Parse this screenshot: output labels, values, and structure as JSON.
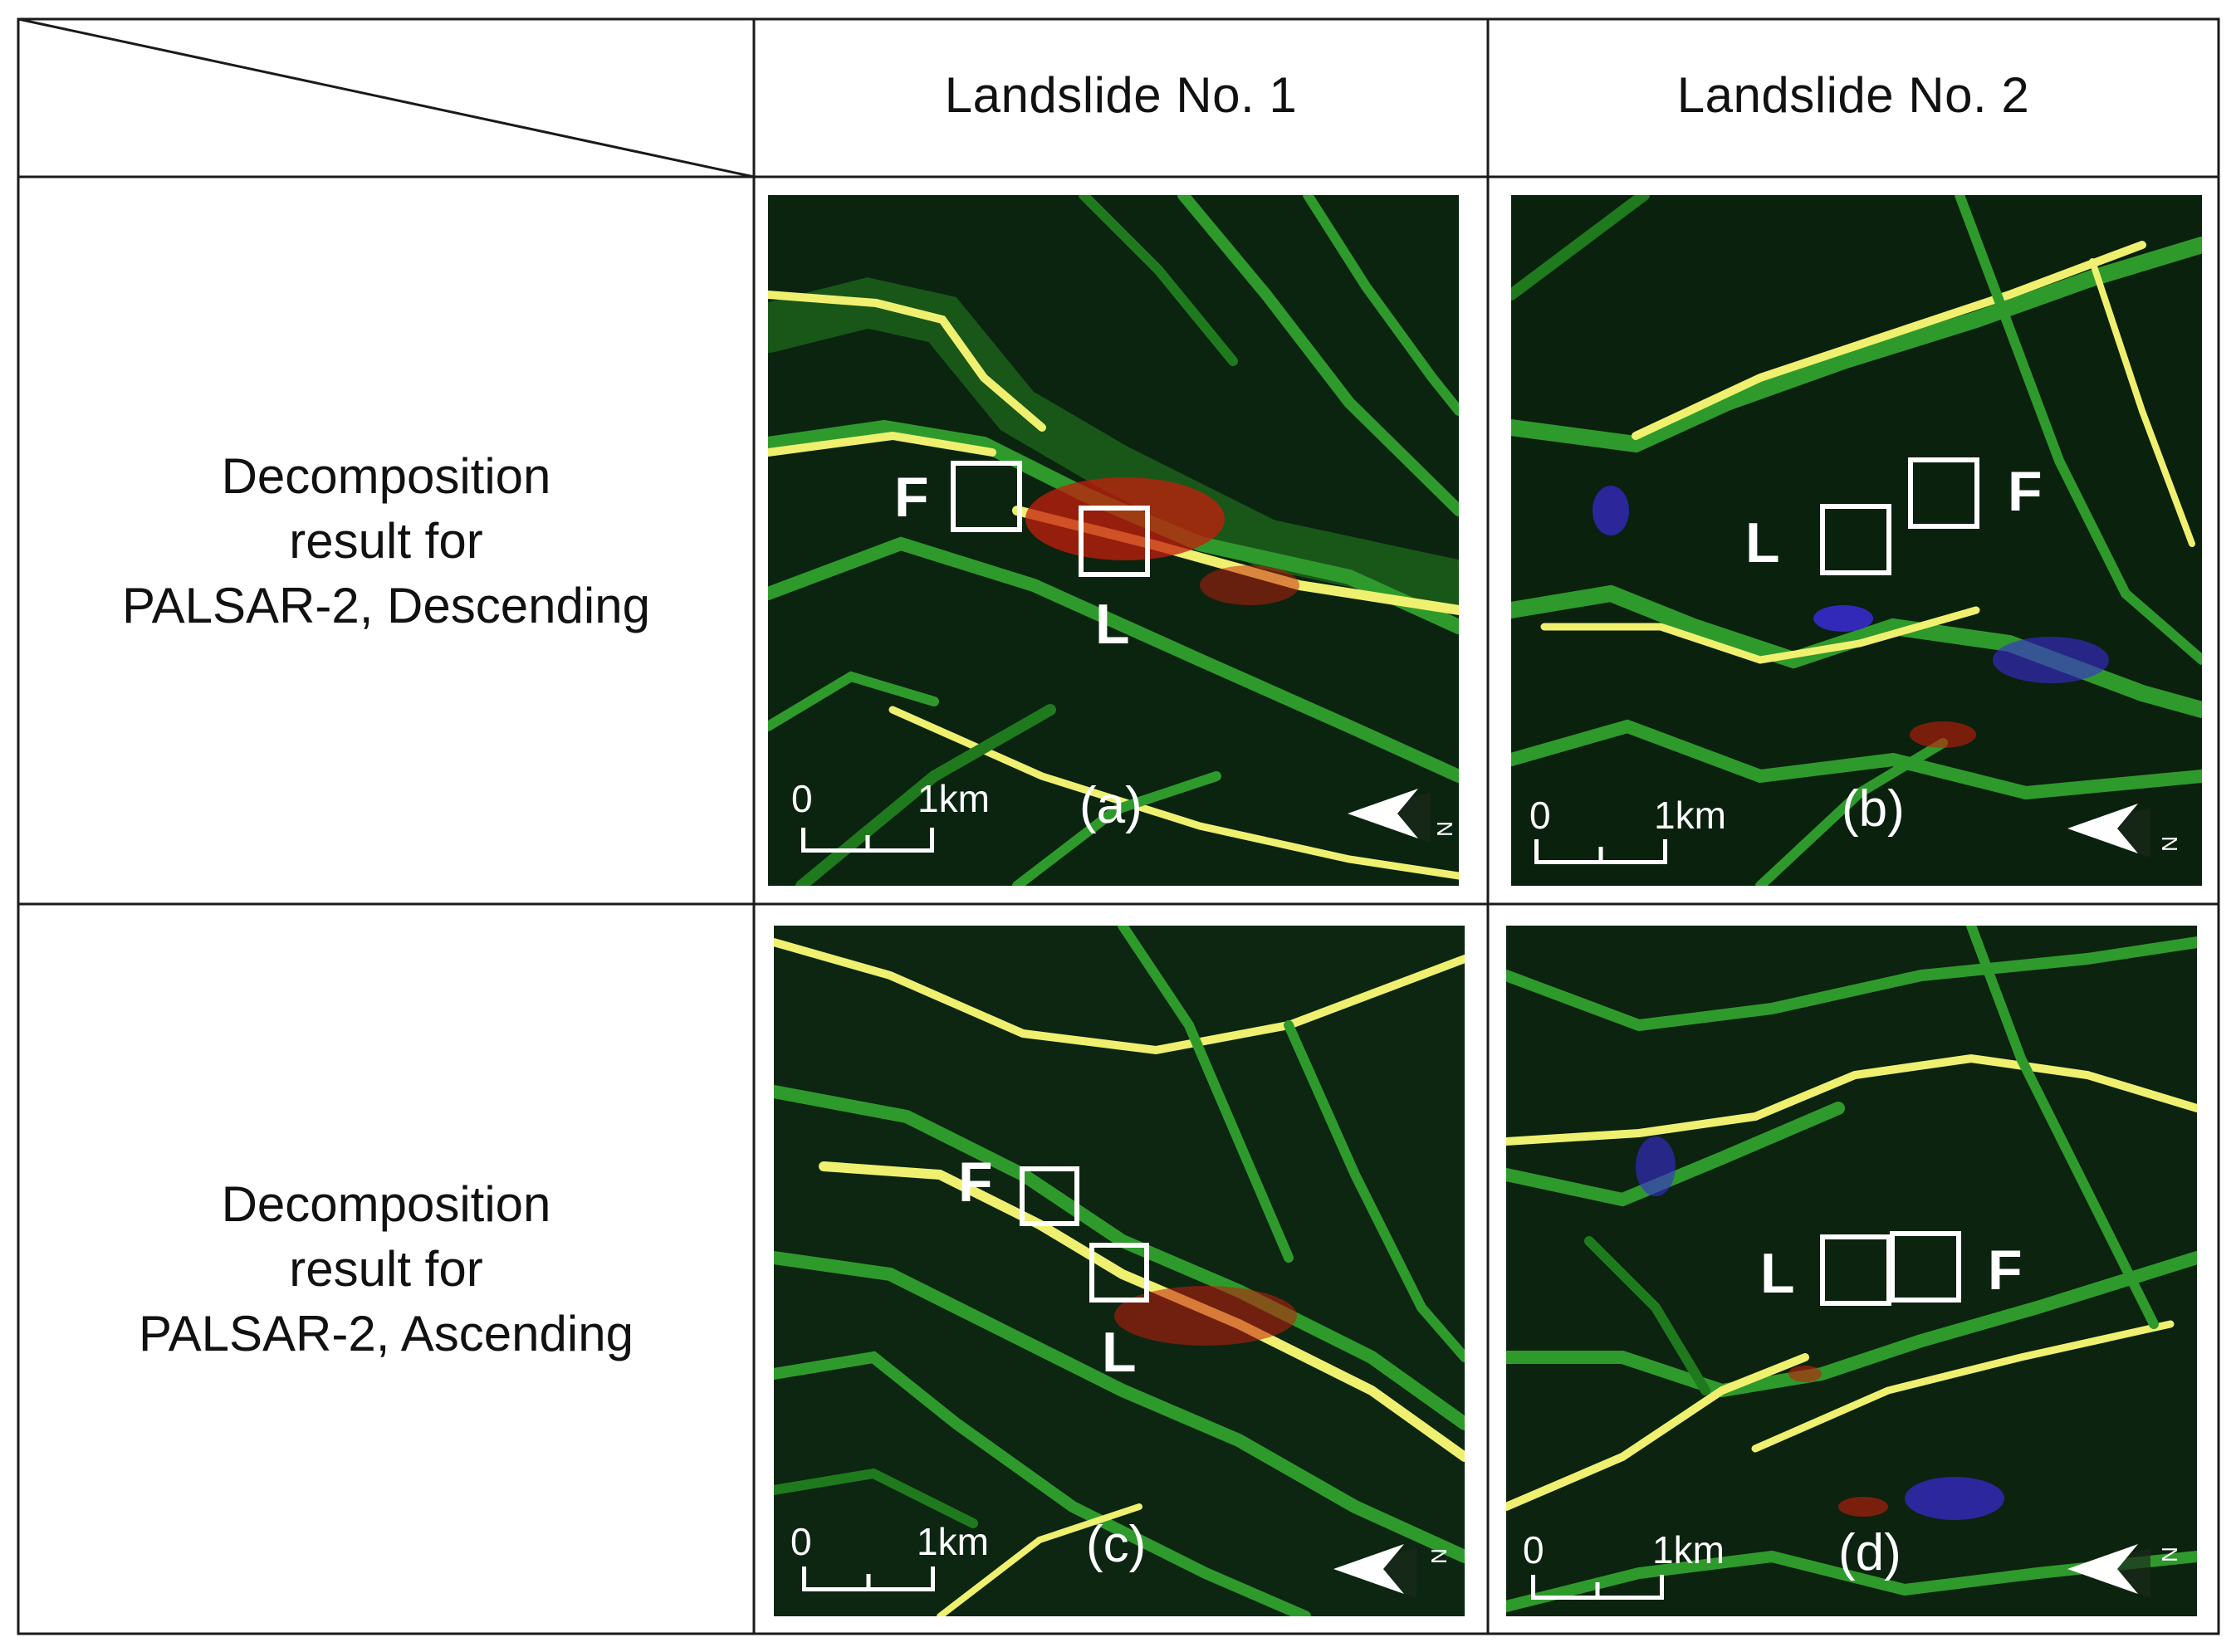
{
  "table": {
    "column_headers": [
      "Landslide  No. 1",
      "Landslide  No. 2"
    ],
    "rows": [
      {
        "label_lines": [
          "Decomposition",
          "result for",
          "PALSAR-2, Descending"
        ]
      },
      {
        "label_lines": [
          "Decomposition",
          "result for",
          "PALSAR-2, Ascending"
        ]
      }
    ]
  },
  "panels": [
    {
      "letter": "(a)",
      "landslide_mark": "L",
      "reference_mark": "F",
      "scale_start": "0",
      "scale_end": "1km",
      "north_label": "N"
    },
    {
      "letter": "(b)",
      "landslide_mark": "L",
      "reference_mark": "F",
      "scale_start": "0",
      "scale_end": "1km",
      "north_label": "N"
    },
    {
      "letter": "(c)",
      "landslide_mark": "L",
      "reference_mark": "F",
      "scale_start": "0",
      "scale_end": "1km",
      "north_label": "N"
    },
    {
      "letter": "(d)",
      "landslide_mark": "L",
      "reference_mark": "F",
      "scale_start": "0",
      "scale_end": "1km",
      "north_label": "N"
    }
  ],
  "colors": {
    "grid_line": "#1a1a1a",
    "image_background": "#061206",
    "ridge_green": "#2f9a2c",
    "ridge_yellow": "#f0f070",
    "landslide_red": "#c41c0c",
    "surface_blue": "#3a2ad8",
    "marker_white": "#ffffff"
  }
}
